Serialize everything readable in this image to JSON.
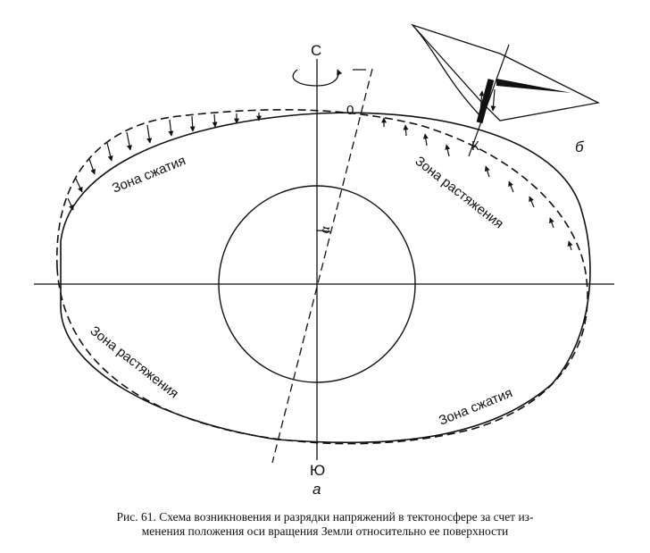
{
  "figure": {
    "labels": {
      "north": "С",
      "south": "Ю",
      "point_o": "0",
      "point_k": "К",
      "angle": "α",
      "part_a": "а",
      "part_b": "б"
    },
    "zones": {
      "compression_upper": "Зона сжатия",
      "tension_upper": "Зона растяжения",
      "tension_lower": "Зона растяжения",
      "compression_lower": "Зона сжатия"
    }
  },
  "caption": {
    "line1": "Рис. 61. Схема возникновения и разрядки напряжений в тектоносфере за счет из-",
    "line2": "менения положения оси вращения Земли относительно ее поверхности"
  }
}
